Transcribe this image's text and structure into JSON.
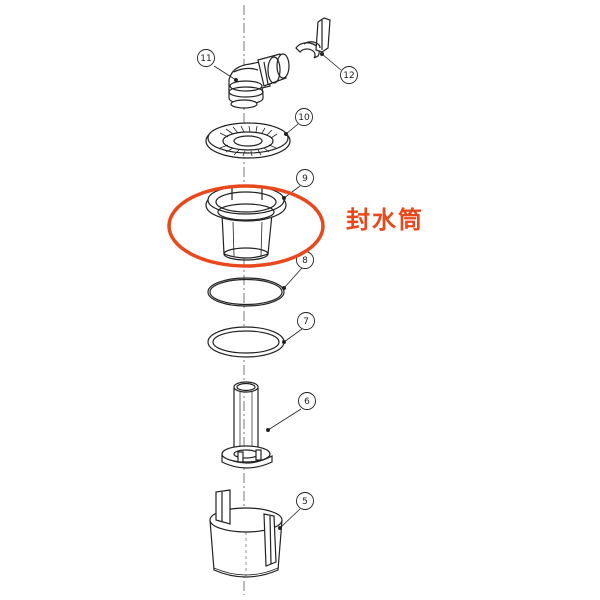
{
  "callout": {
    "label": "封水筒",
    "color": "#e8481c"
  },
  "parts": [
    {
      "number": "11",
      "name": "elbow"
    },
    {
      "number": "12",
      "name": "clip"
    },
    {
      "number": "10",
      "name": "strainer-cap"
    },
    {
      "number": "9",
      "name": "seal-cylinder"
    },
    {
      "number": "8",
      "name": "o-ring"
    },
    {
      "number": "7",
      "name": "gasket"
    },
    {
      "number": "6",
      "name": "pipe"
    },
    {
      "number": "5",
      "name": "body"
    }
  ],
  "colors": {
    "line": "#222222",
    "paper": "#ffffff"
  }
}
